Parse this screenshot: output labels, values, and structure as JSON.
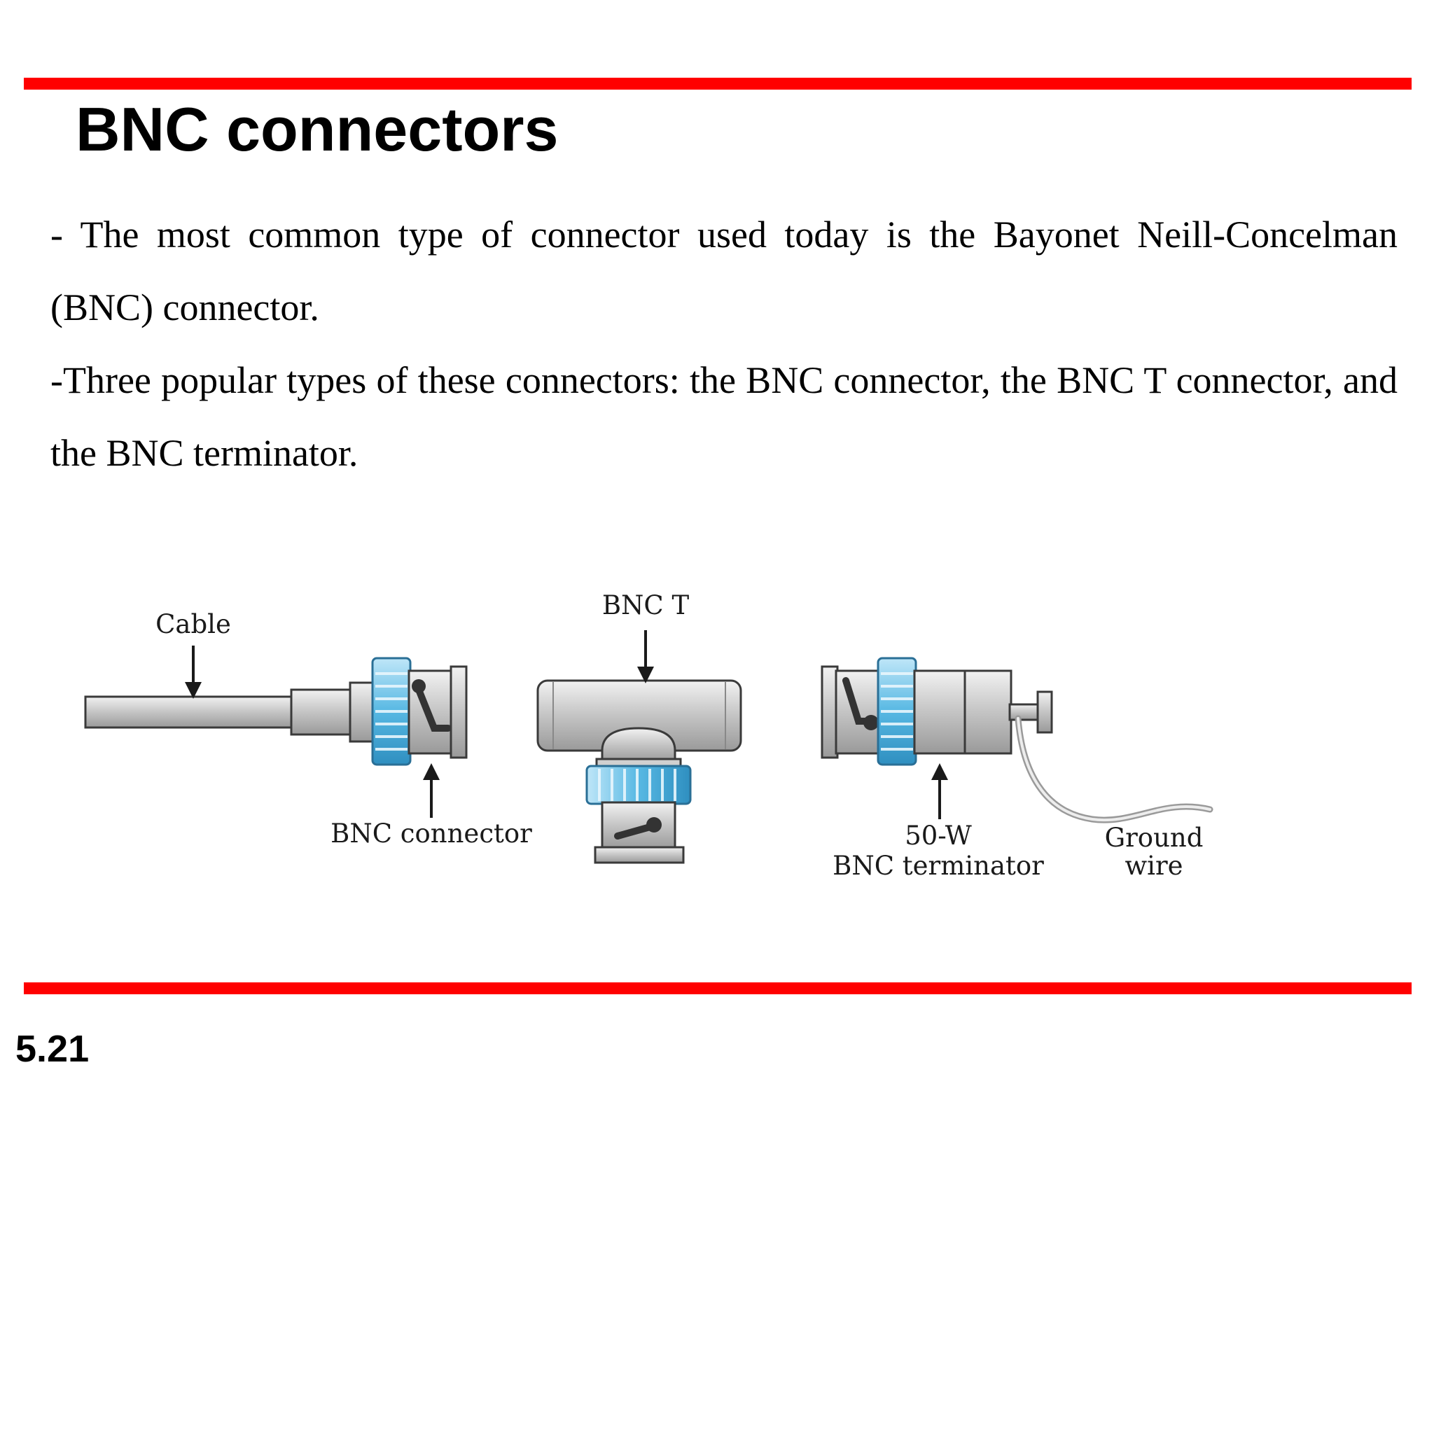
{
  "slide": {
    "title": "BNC connectors",
    "bullets": [
      "- The most common type of connector used today is the Bayonet Neill-Concelman (BNC) connector.",
      "-Three popular types of these connectors: the BNC connector, the  BNC T connector, and the BNC terminator."
    ],
    "page_number": "5.21",
    "accent_color": "#ff0000"
  },
  "figure": {
    "labels": {
      "cable": "Cable",
      "bnc_t": "BNC T",
      "bnc_connector": "BNC connector",
      "terminator_line1": "50-W",
      "terminator_line2": "BNC terminator",
      "ground_line1": "Ground",
      "ground_line2": "wire"
    },
    "colors": {
      "metal": "#c8c8c8",
      "metal_light": "#e6e6e6",
      "outline": "#3a3a3a",
      "collar": "#4fb3e0",
      "collar_light": "#a8dcf4"
    }
  }
}
